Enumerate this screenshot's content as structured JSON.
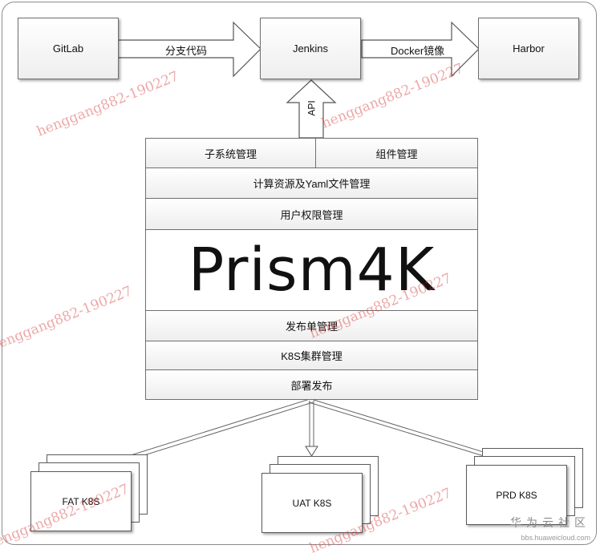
{
  "nodes": {
    "gitlab": "GitLab",
    "jenkins": "Jenkins",
    "harbor": "Harbor"
  },
  "arrows": {
    "gitlab_to_jenkins": "分支代码",
    "jenkins_to_harbor": "Docker镜像",
    "prism_to_jenkins": "API"
  },
  "prism": {
    "row1_left": "子系统管理",
    "row1_right": "组件管理",
    "row2": "计算资源及Yaml文件管理",
    "row3": "用户权限管理",
    "title": "Prism4K",
    "row5": "发布单管理",
    "row6": "K8S集群管理",
    "row7": "部署发布"
  },
  "clusters": {
    "fat": "FAT K8S",
    "uat": "UAT K8S",
    "prd": "PRD K8S"
  },
  "watermark": "henggang882-190227",
  "brand": {
    "name": "华为云社区",
    "url": "bbs.huaweicloud.com"
  }
}
